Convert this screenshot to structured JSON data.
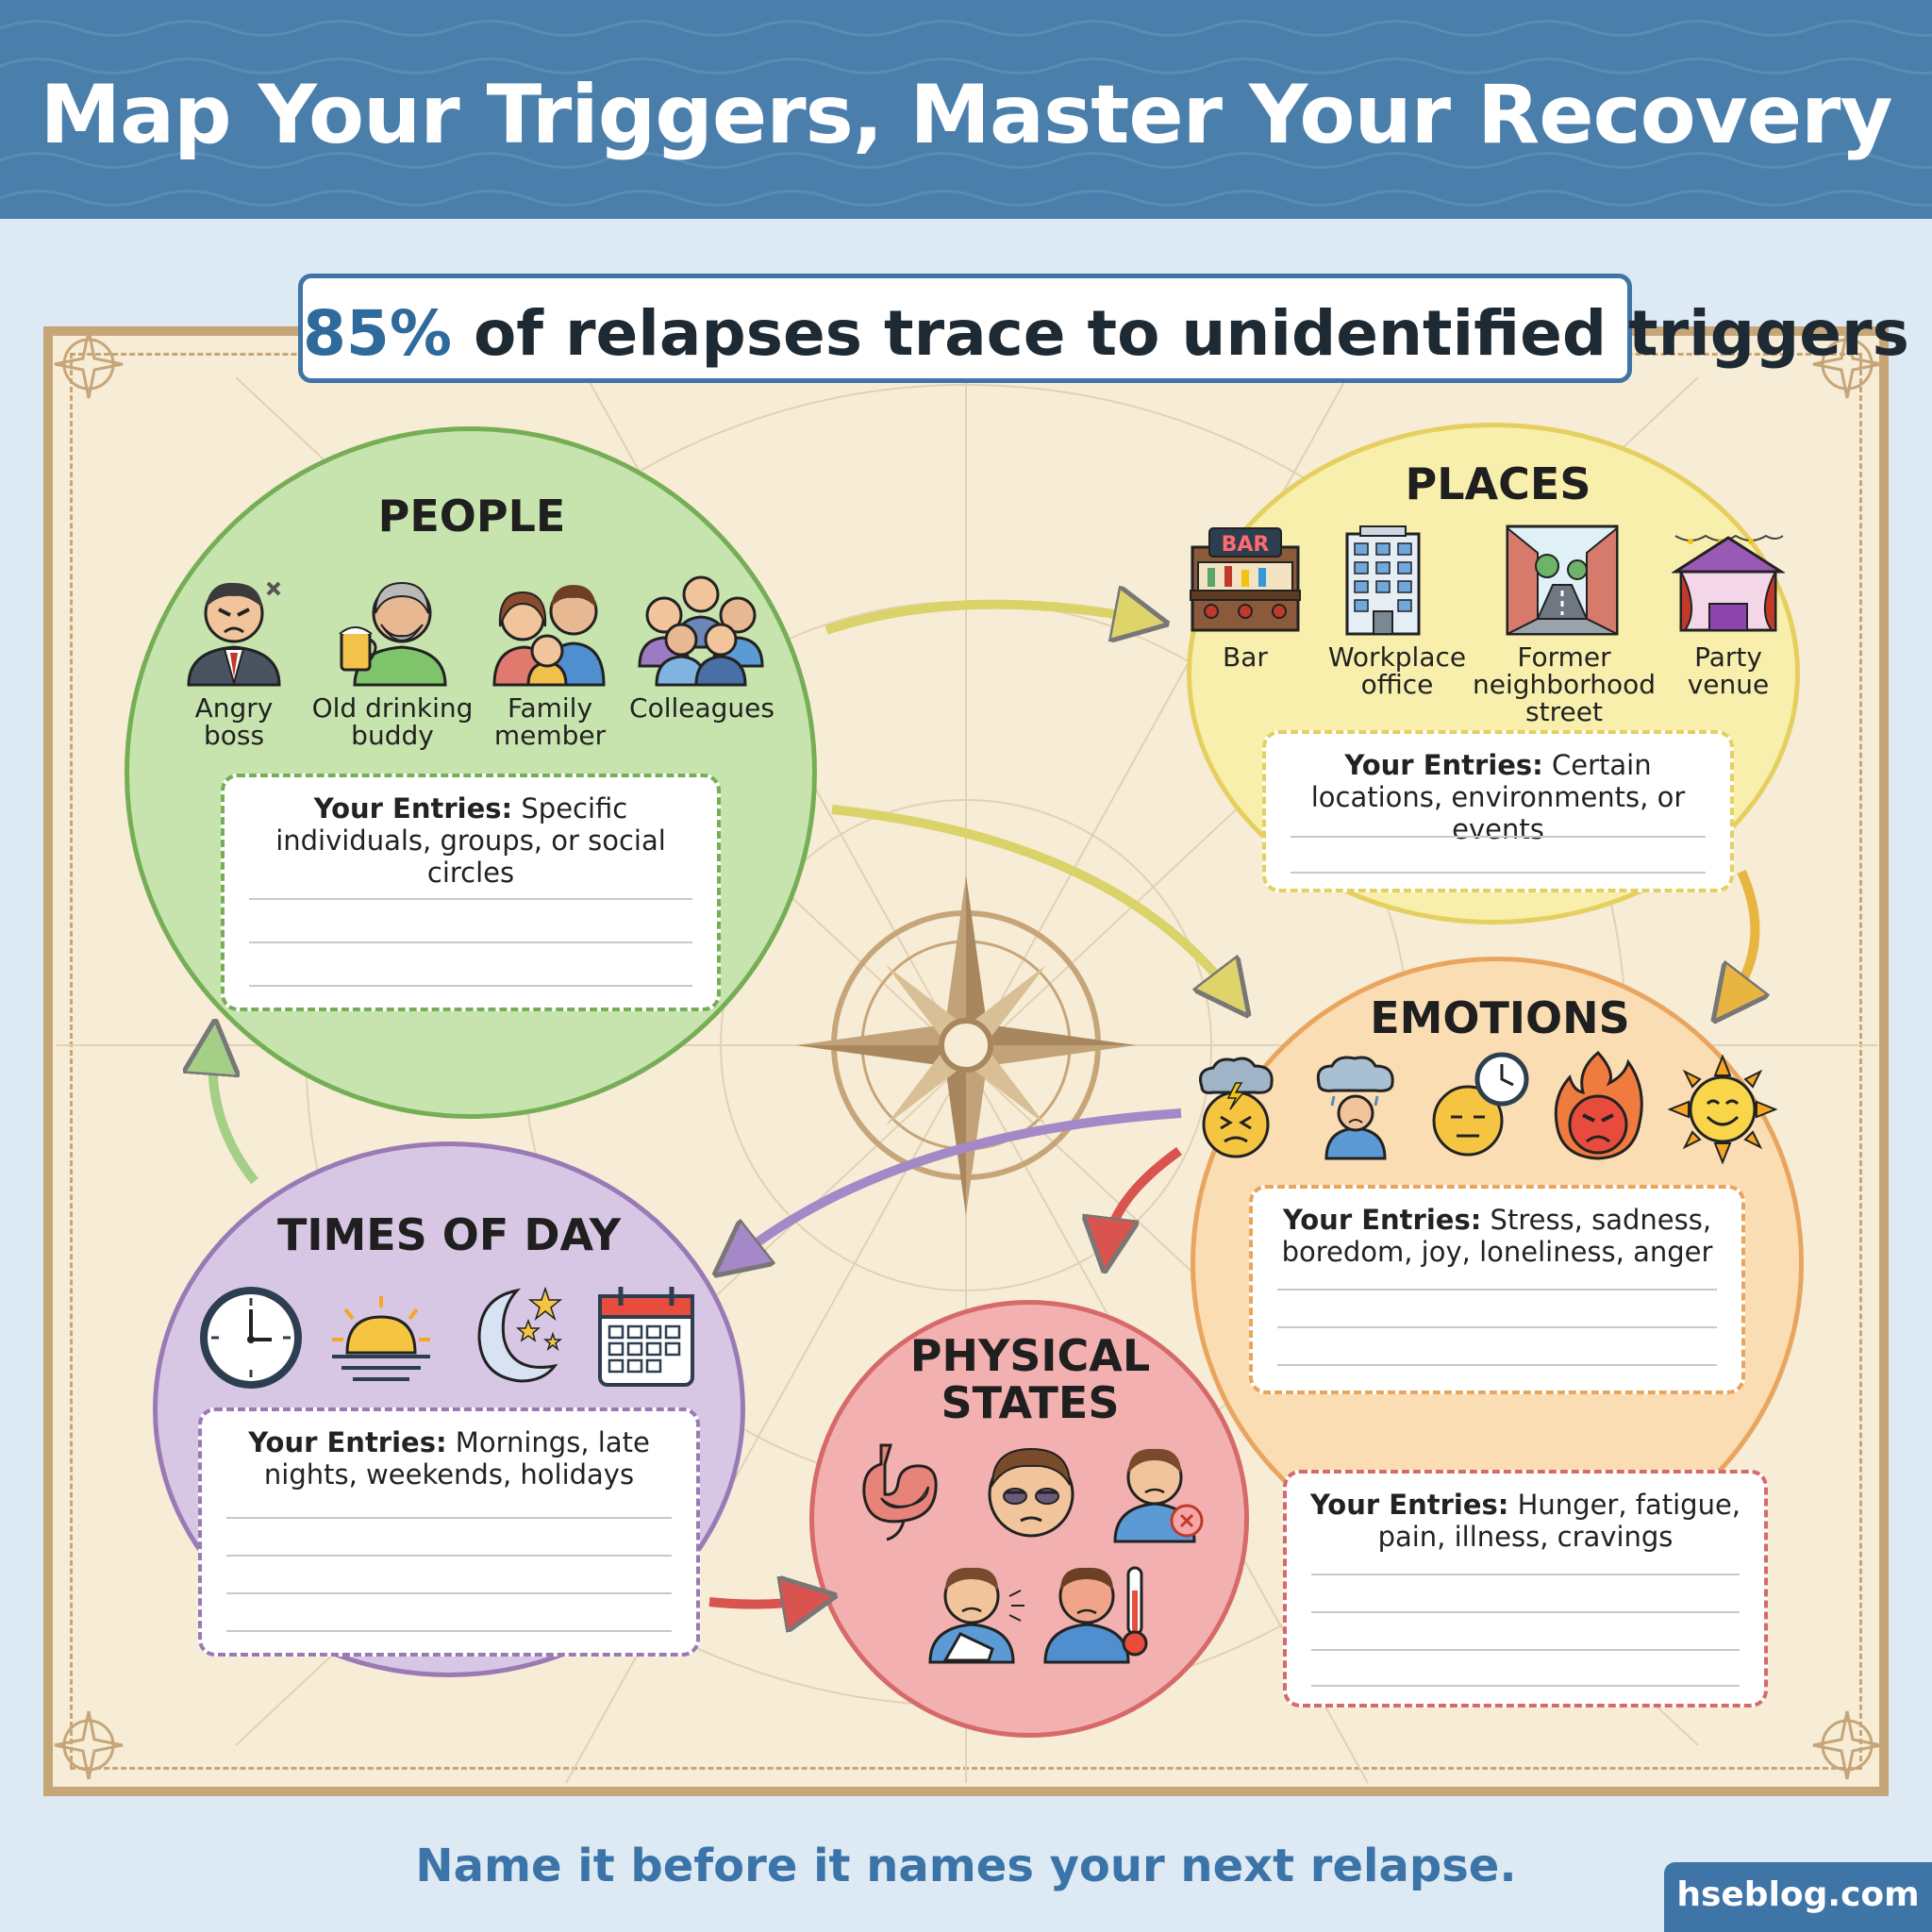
{
  "header": {
    "title": "Map Your Triggers, Master Your Recovery"
  },
  "stat": {
    "percent": "85%",
    "text": " of relapses trace to unidentified triggers"
  },
  "people": {
    "title": "PEOPLE",
    "items": [
      {
        "label": "Angry boss",
        "icon": "angry-boss-icon"
      },
      {
        "label": "Old drinking buddy",
        "icon": "drinking-buddy-icon"
      },
      {
        "label": "Family member",
        "icon": "family-icon"
      },
      {
        "label": "Colleagues",
        "icon": "colleagues-icon"
      }
    ],
    "entries_label": "Your Entries:",
    "entries_text": " Specific individuals, groups, or social circles"
  },
  "places": {
    "title": "PLACES",
    "items": [
      {
        "label": "Bar",
        "icon": "bar-icon",
        "sign": "BAR"
      },
      {
        "label": "Workplace office",
        "icon": "office-building-icon"
      },
      {
        "label": "Former neighborhood street",
        "icon": "street-icon"
      },
      {
        "label": "Party venue",
        "icon": "party-tent-icon"
      }
    ],
    "entries_label": "Your Entries:",
    "entries_text": " Certain locations, environments, or events"
  },
  "emotions": {
    "title": "EMOTIONS",
    "icons": [
      "stress-cloud-icon",
      "sad-person-icon",
      "bored-face-icon",
      "angry-fire-icon",
      "happy-sun-icon"
    ],
    "entries_label": "Your Entries:",
    "entries_text": " Stress, sadness, boredom, joy, loneliness, anger"
  },
  "times": {
    "title": "TIMES OF DAY",
    "icons": [
      "clock-icon",
      "sunrise-icon",
      "moon-stars-icon",
      "calendar-icon"
    ],
    "entries_label": "Your Entries:",
    "entries_text": " Mornings, late nights, weekends, holidays"
  },
  "physical": {
    "title_line1": "PHYSICAL",
    "title_line2": "STATES",
    "icons": [
      "stomach-icon",
      "tired-face-icon",
      "sick-person-icon",
      "injured-person-icon",
      "fever-thermometer-icon"
    ],
    "entries_label": "Your Entries:",
    "entries_text": " Hunger, fatigue, pain, illness, cravings"
  },
  "footer": {
    "tagline": "Name it before it names your next relapse.",
    "brand": "hseblog.com"
  },
  "colors": {
    "header": "#4a7fac",
    "people": "#c7e4ae",
    "places": "#f9efad",
    "emotions": "#fbddb3",
    "times": "#d7c7e4",
    "physical": "#f2b1b0",
    "accent": "#3e74a6"
  }
}
